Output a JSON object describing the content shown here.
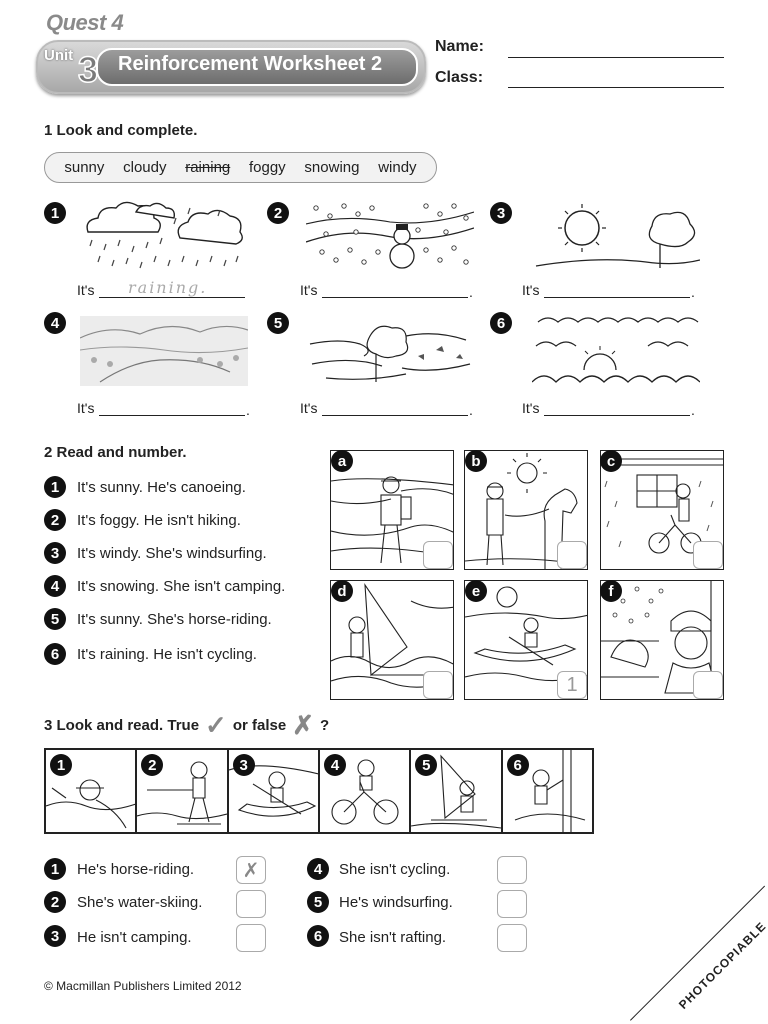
{
  "header": {
    "quest": "Quest 4",
    "unit_label": "Unit",
    "unit_number": "3",
    "title": "Reinforcement Worksheet 2",
    "name_label": "Name:",
    "class_label": "Class:"
  },
  "section1": {
    "title": "1  Look and complete.",
    "words": [
      "sunny",
      "cloudy",
      "raining",
      "foggy",
      "snowing",
      "windy"
    ],
    "struck_word_index": 2,
    "items": [
      {
        "num": "1",
        "prefix": "It's",
        "answer": "raining.",
        "suffix": "",
        "picture": "rain-icon"
      },
      {
        "num": "2",
        "prefix": "It's",
        "answer": "",
        "suffix": ".",
        "picture": "snow-icon"
      },
      {
        "num": "3",
        "prefix": "It's",
        "answer": "",
        "suffix": ".",
        "picture": "sun-icon"
      },
      {
        "num": "4",
        "prefix": "It's",
        "answer": "",
        "suffix": ".",
        "picture": "fog-icon"
      },
      {
        "num": "5",
        "prefix": "It's",
        "answer": "",
        "suffix": ".",
        "picture": "wind-icon"
      },
      {
        "num": "6",
        "prefix": "It's",
        "answer": "",
        "suffix": ".",
        "picture": "cloud-icon"
      }
    ]
  },
  "section2": {
    "title": "2  Read and number.",
    "sentences": [
      {
        "num": "1",
        "text": "It's sunny. He's canoeing."
      },
      {
        "num": "2",
        "text": "It's foggy. He isn't hiking."
      },
      {
        "num": "3",
        "text": "It's windy. She's windsurfing."
      },
      {
        "num": "4",
        "text": "It's snowing. She isn't camping."
      },
      {
        "num": "5",
        "text": "It's sunny. She's horse-riding."
      },
      {
        "num": "6",
        "text": "It's raining. He isn't cycling."
      }
    ],
    "pictures": [
      {
        "letter": "a",
        "answer": "",
        "scene": "hiker-icon"
      },
      {
        "letter": "b",
        "answer": "",
        "scene": "horse-icon"
      },
      {
        "letter": "c",
        "answer": "",
        "scene": "bicycle-icon"
      },
      {
        "letter": "d",
        "answer": "",
        "scene": "windsurf-icon"
      },
      {
        "letter": "e",
        "answer": "1",
        "scene": "canoe-icon"
      },
      {
        "letter": "f",
        "answer": "",
        "scene": "snow-child-icon"
      }
    ]
  },
  "section3": {
    "title_start": "3  Look and read. True",
    "title_mid": "or false",
    "title_end": "?",
    "check_symbol": "✓",
    "cross_symbol": "✗",
    "strip": [
      "1",
      "2",
      "3",
      "4",
      "5",
      "6"
    ],
    "statements": [
      {
        "num": "1",
        "text": "He's horse-riding.",
        "answer": "✗"
      },
      {
        "num": "2",
        "text": "She's water-skiing.",
        "answer": ""
      },
      {
        "num": "3",
        "text": "He isn't camping.",
        "answer": ""
      },
      {
        "num": "4",
        "text": "She isn't cycling.",
        "answer": ""
      },
      {
        "num": "5",
        "text": "He's windsurfing.",
        "answer": ""
      },
      {
        "num": "6",
        "text": "She isn't rafting.",
        "answer": ""
      }
    ]
  },
  "footer": {
    "copyright": "© Macmillan Publishers Limited 2012",
    "photocopiable": "PHOTOCOPIABLE"
  }
}
